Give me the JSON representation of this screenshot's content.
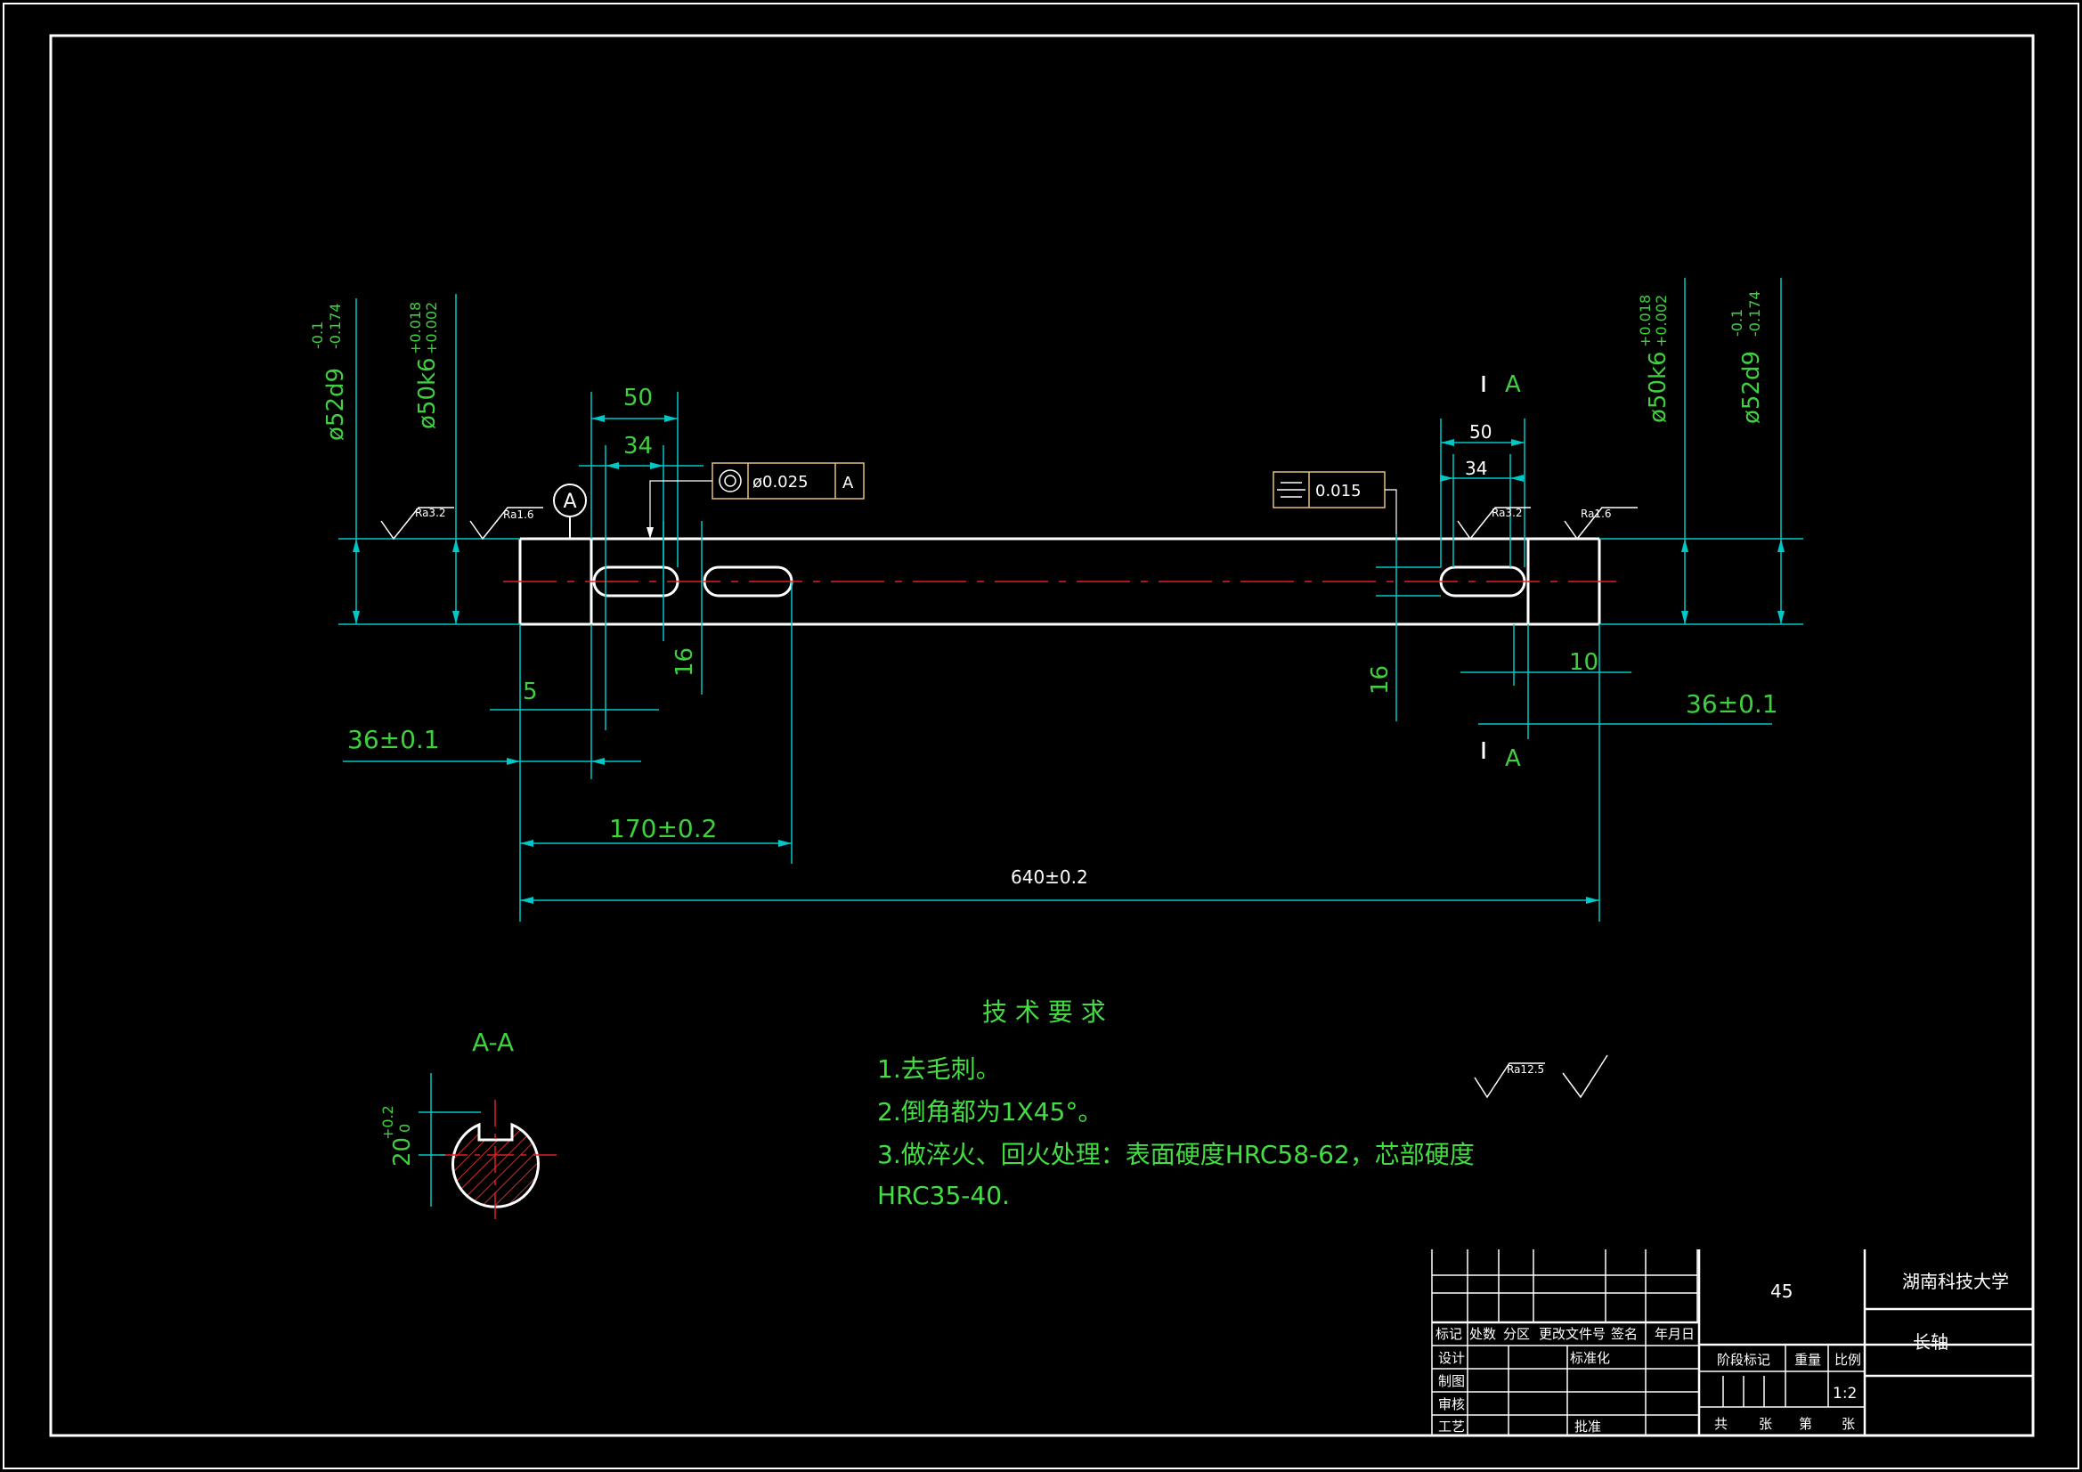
{
  "colors": {
    "background": "#000000",
    "outline": "#ffffff",
    "dimension": "#00c8c8",
    "dimension_text": "#3fcf3f",
    "annotation_text": "#3fcf3f",
    "centerline": "#e02020",
    "tolerance_frame": "#e0c080",
    "tech_text": "#44dd44"
  },
  "dimensions": {
    "left_dia_52": "ø52d9",
    "left_dia_52_tol_upper": "-0.1",
    "left_dia_52_tol_lower": "-0.174",
    "left_dia_50": "ø50k6",
    "left_dia_50_tol_upper": "+0.018",
    "left_dia_50_tol_lower": "+0.002",
    "right_dia_50": "ø50k6",
    "right_dia_50_tol_upper": "+0.018",
    "right_dia_50_tol_lower": "+0.002",
    "right_dia_52": "ø52d9",
    "right_dia_52_tol_upper": "-0.1",
    "right_dia_52_tol_lower": "-0.174",
    "left_50": "50",
    "left_34": "34",
    "left_16": "16",
    "left_5": "5",
    "left_36": "36±0.1",
    "dim_170": "170±0.2",
    "dim_640": "640±0.2",
    "right_50": "50",
    "right_34": "34",
    "right_16": "16",
    "right_10": "10",
    "right_36": "36±0.1"
  },
  "annotations": {
    "datum_a": "A",
    "tol_coaxial_value": "ø0.025",
    "tol_coaxial_datum": "A",
    "tol_symmetry_value": "0.015",
    "section_mark_top": "A",
    "section_mark_bottom": "A",
    "section_title": "A-A",
    "section_dim": "20",
    "section_dim_tol_upper": "+0.2",
    "section_dim_tol_lower": "0",
    "ra_left_1": "Ra3.2",
    "ra_left_2": "Ra1.6",
    "ra_right_1": "Ra3.2",
    "ra_right_2": "Ra1.6",
    "ra_general": "Ra12.5"
  },
  "tech_requirements": {
    "title": "技 术 要 求",
    "line1": "1.去毛刺。",
    "line2": "2.倒角都为1X45°。",
    "line3": "3.做淬火、回火处理：表面硬度HRC58-62，芯部硬度",
    "line4": "HRC35-40."
  },
  "title_block": {
    "material": "45",
    "school": "湖南科技大学",
    "part_name": "长轴",
    "scale": "1:2",
    "col_mark": "标记",
    "col_count": "处数",
    "col_zone": "分区",
    "col_doc": "更改文件号",
    "col_sign": "签名",
    "col_date": "年月日",
    "row_design": "设计",
    "row_drawing": "制图",
    "row_review": "审核",
    "row_process": "工艺",
    "standardize": "标准化",
    "approve": "批准",
    "stage_mark": "阶段标记",
    "weight": "重量",
    "scale_label": "比例",
    "total": "共",
    "sheets1": "张",
    "sheet_no": "第",
    "sheets2": "张"
  }
}
